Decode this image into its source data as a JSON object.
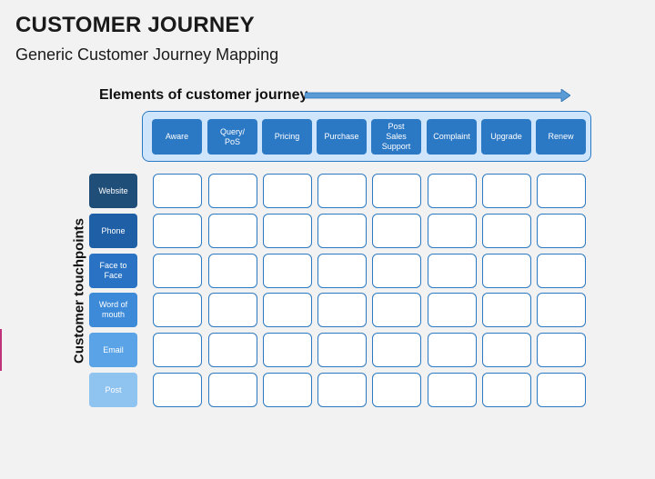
{
  "title": "CUSTOMER JOURNEY",
  "subtitle": "Generic Customer Journey Mapping",
  "elements_heading": "Elements of customer journey",
  "touchpoints_heading": "Customer touchpoints",
  "stages": [
    "Aware",
    "Query/\nPoS",
    "Pricing",
    "Purchase",
    "Post\nSales\nSupport",
    "Complaint",
    "Upgrade",
    "Renew"
  ],
  "touchpoints": [
    {
      "label": "Website",
      "color": "#1f4e79"
    },
    {
      "label": "Phone",
      "color": "#1f5fa6"
    },
    {
      "label": "Face to\nFace",
      "color": "#2a73c4"
    },
    {
      "label": "Word of\nmouth",
      "color": "#3d8ad8"
    },
    {
      "label": "Email",
      "color": "#5aa3e6"
    },
    {
      "label": "Post",
      "color": "#8fc3f0"
    }
  ],
  "colors": {
    "stage_fill": "#2b78c5",
    "stage_bar_fill": "#cfe5fb",
    "outline": "#2b79c2",
    "arrow": "#5b9bd5"
  }
}
